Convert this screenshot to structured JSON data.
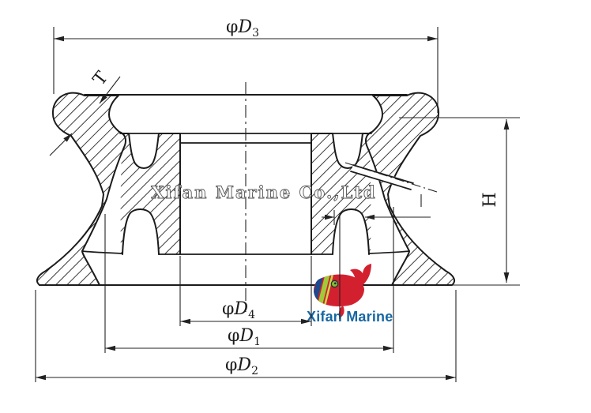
{
  "drawing": {
    "type": "technical cross-section of marine roller chock",
    "watermark": "Xifan Marine Co.,Ltd"
  },
  "dims": {
    "d3": {
      "phi": "φ",
      "letter": "D",
      "sub": "3"
    },
    "d4": {
      "phi": "φ",
      "letter": "D",
      "sub": "4"
    },
    "d1": {
      "phi": "φ",
      "letter": "D",
      "sub": "1"
    },
    "d2": {
      "phi": "φ",
      "letter": "D",
      "sub": "2"
    },
    "t": "T",
    "h": "H"
  },
  "logo": {
    "text": "Xifan Marine",
    "text_color": "#1767a3",
    "whale_red": "#d3202f",
    "stripe_navy": "#1d4a8c",
    "stripe_green": "#9fcb3b",
    "eye_green": "#8ab92f"
  },
  "colors": {
    "line": "#1b1b1b",
    "dim_line": "#222222",
    "background": "#ffffff"
  }
}
